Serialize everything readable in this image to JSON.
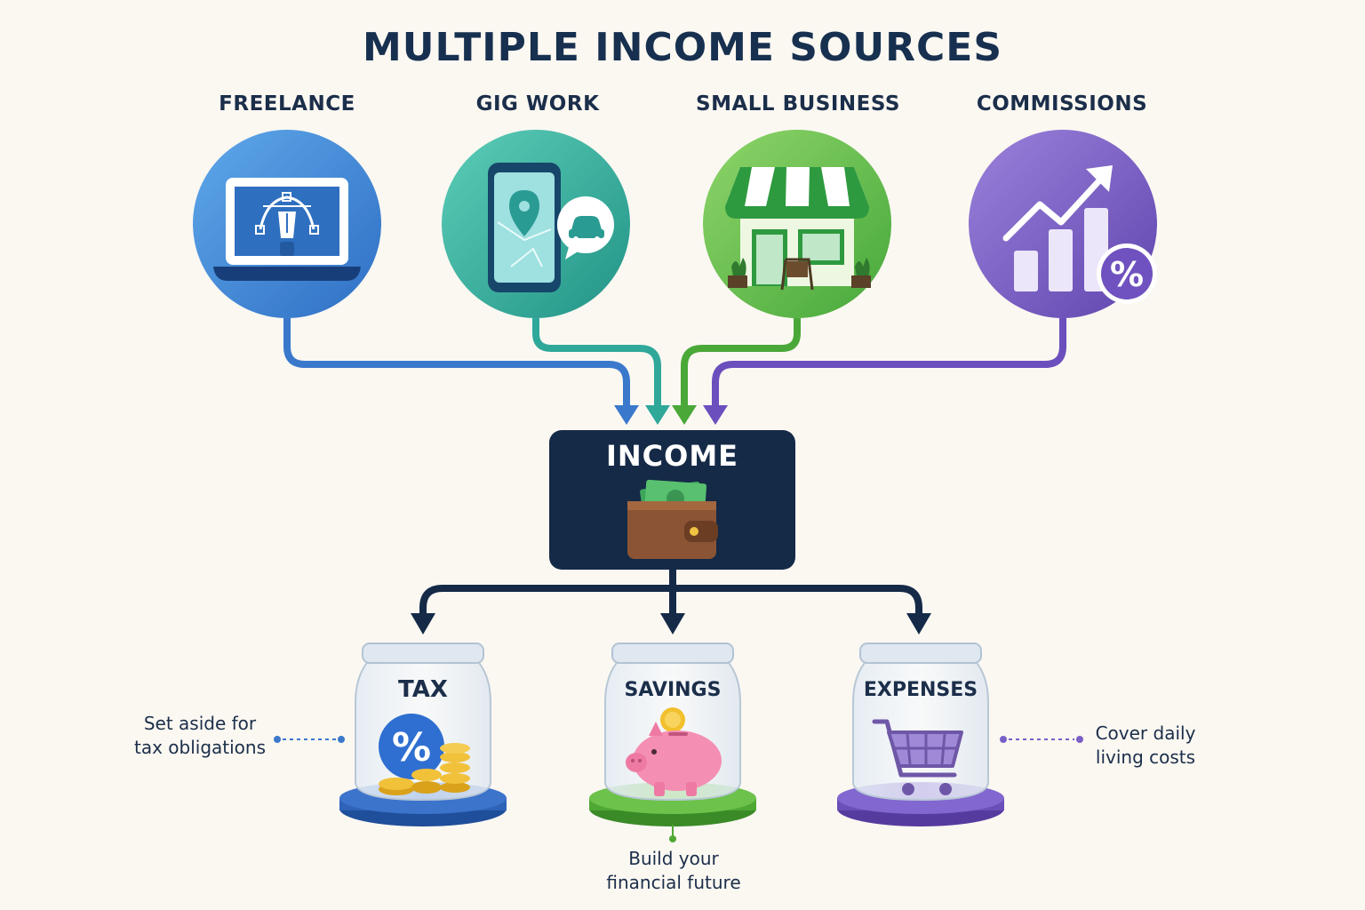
{
  "title": "MULTIPLE INCOME SOURCES",
  "sources": [
    {
      "label": "FREELANCE",
      "icon": "laptop-pen-tool-icon",
      "color": "#3f87d6"
    },
    {
      "label": "GIG WORK",
      "icon": "phone-map-car-icon",
      "color": "#2fae9c"
    },
    {
      "label": "SMALL BUSINESS",
      "icon": "storefront-icon",
      "color": "#5cb847"
    },
    {
      "label": "COMMISSIONS",
      "icon": "chart-percent-icon",
      "color": "#7456c2"
    }
  ],
  "income": {
    "label": "INCOME",
    "icon": "wallet-cash-icon",
    "color": "#152a47"
  },
  "jars": [
    {
      "label": "TAX",
      "icon": "percent-coins-icon",
      "color": "#2f63b8",
      "note_line1": "Set aside for",
      "note_line2": "tax obligations"
    },
    {
      "label": "SAVINGS",
      "icon": "piggy-bank-icon",
      "color": "#4fa833",
      "note_line1": "Build your",
      "note_line2": "financial future"
    },
    {
      "label": "EXPENSES",
      "icon": "shopping-cart-icon",
      "color": "#6a4fb8",
      "note_line1": "Cover daily",
      "note_line2": "living costs"
    }
  ]
}
